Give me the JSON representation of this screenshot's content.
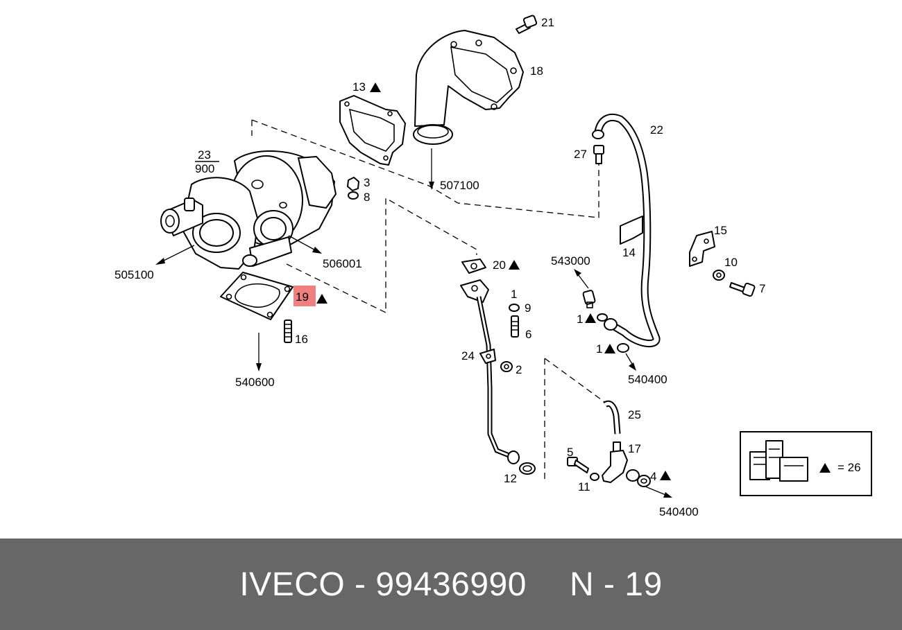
{
  "labels": {
    "l21": "21",
    "l18": "18",
    "l13": "13",
    "l23": "23",
    "l900": "900",
    "l3": "3",
    "l8": "8",
    "l507100": "507100",
    "l22": "22",
    "l27": "27",
    "l15": "15",
    "l14": "14",
    "l10": "10",
    "l7": "7",
    "l543000": "543000",
    "l20": "20",
    "l505100": "505100",
    "l506001": "506001",
    "l19": "19",
    "l1a": "1",
    "l9": "9",
    "l6": "6",
    "l1b": "1",
    "l1c": "1",
    "l540400a": "540400",
    "l24": "24",
    "l2": "2",
    "l16": "16",
    "l540600": "540600",
    "l25": "25",
    "l5": "5",
    "l17": "17",
    "l11": "11",
    "l4": "4",
    "l540400b": "540400",
    "l12": "12",
    "kit_eq": "= 26"
  },
  "highlight_color": "#f08080",
  "footer": {
    "brand_part": "IVECO - 99436990",
    "ref": "N - 19"
  }
}
